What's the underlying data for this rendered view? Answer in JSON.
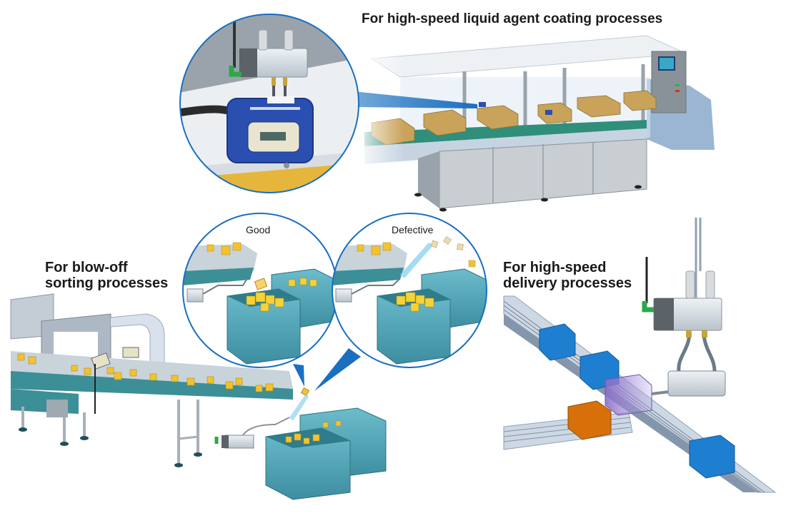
{
  "sections": {
    "coating": {
      "title": "For high-speed liquid agent coating processes",
      "icon": "coating-machine-illustration"
    },
    "blowoff": {
      "title_line1": "For blow-off",
      "title_line2": "sorting processes",
      "inset_good_label": "Good",
      "inset_defective_label": "Defective"
    },
    "delivery": {
      "title_line1": "For high-speed",
      "title_line2": "delivery processes"
    }
  },
  "colors": {
    "accent_blue": "#1a6fc0",
    "device_blue": "#2a4fb0",
    "bin_teal": "#4fa3b5",
    "cube_yellow": "#f2c230",
    "box_blue": "#1e7fd0",
    "box_orange": "#d8700a",
    "pusher_purple": "#9c7fd0",
    "cardboard": "#c9a35a"
  }
}
